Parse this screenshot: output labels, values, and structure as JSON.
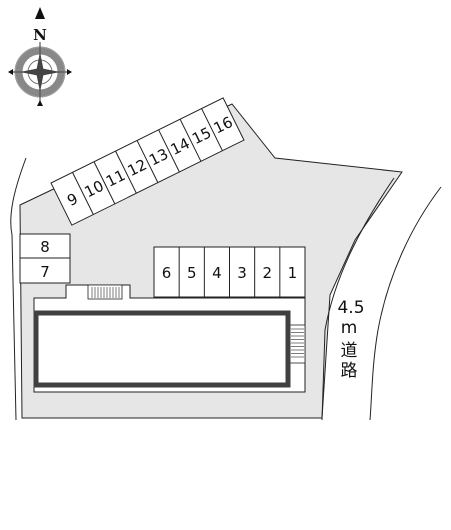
{
  "compass": {
    "north_label": "N",
    "icon": "compass-rose-icon"
  },
  "parking": {
    "top_row": [
      "9",
      "10",
      "11",
      "12",
      "13",
      "14",
      "15",
      "16"
    ],
    "left_column": [
      "8",
      "7"
    ],
    "center_row": [
      "6",
      "5",
      "4",
      "3",
      "2",
      "1"
    ]
  },
  "road": {
    "width_label": "4.5",
    "unit_label": "m",
    "name_line1": "道",
    "name_line2": "路"
  },
  "colors": {
    "ground": "#e6e6e6",
    "building_border": "#404040",
    "line": "#222222"
  }
}
